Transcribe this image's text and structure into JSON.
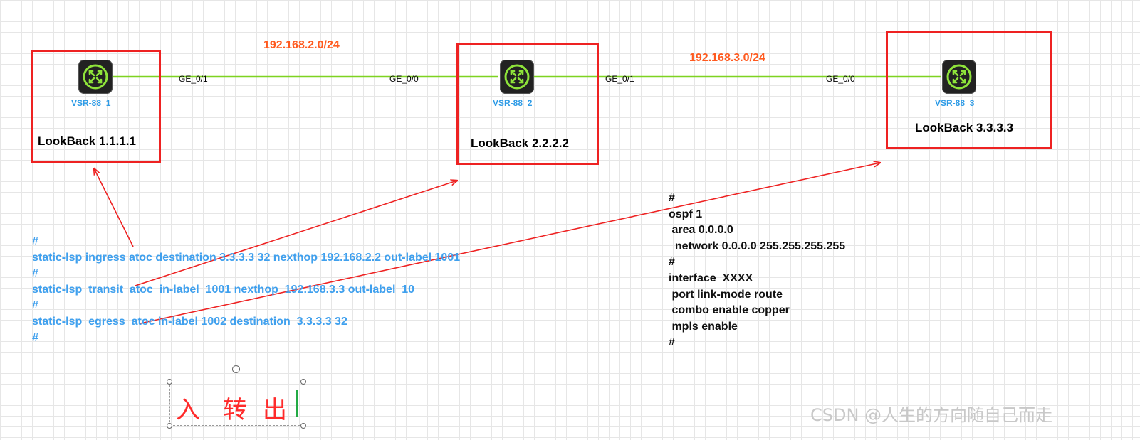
{
  "subnets": {
    "left": "192.168.2.0/24",
    "right": "192.168.3.0/24"
  },
  "ports": {
    "r1_ge01": "GE_0/1",
    "r2_ge00": "GE_0/0",
    "r2_ge01": "GE_0/1",
    "r3_ge00": "GE_0/0"
  },
  "routers": [
    {
      "name": "VSR-88_1",
      "loopback": "LookBack 1.1.1.1"
    },
    {
      "name": "VSR-88_2",
      "loopback": "LookBack 2.2.2.2"
    },
    {
      "name": "VSR-88_3",
      "loopback": "LookBack 3.3.3.3"
    }
  ],
  "static_lsp": [
    "#",
    "static-lsp ingress atoc destination 3.3.3.3 32 nexthop 192.168.2.2 out-label 1001",
    "#",
    "static-lsp  transit  atoc  in-label  1001 nexthop  192.168.3.3 out-label  10",
    "#",
    "static-lsp  egress  atoc in-label 1002 destination  3.3.3.3 32",
    "#"
  ],
  "ospf_config": [
    "#",
    "ospf 1",
    " area 0.0.0.0",
    "  network 0.0.0.0 255.255.255.255",
    "#",
    "interface  XXXX",
    " port link-mode route",
    " combo enable copper",
    " mpls enable",
    "#"
  ],
  "labels_box": {
    "in": "入",
    "transit": "转",
    "out": "出"
  },
  "watermark": "CSDN @人生的方向随自己而走",
  "colors": {
    "link": "#7ed321",
    "box": "#ee2222",
    "arrow": "#ee2222",
    "router_name": "#2e9be6",
    "subnet": "#ff5a1f",
    "cli_blue": "#3fa0ee",
    "router_icon": "#8ee33a"
  },
  "icons": {
    "router": "router-icon"
  }
}
